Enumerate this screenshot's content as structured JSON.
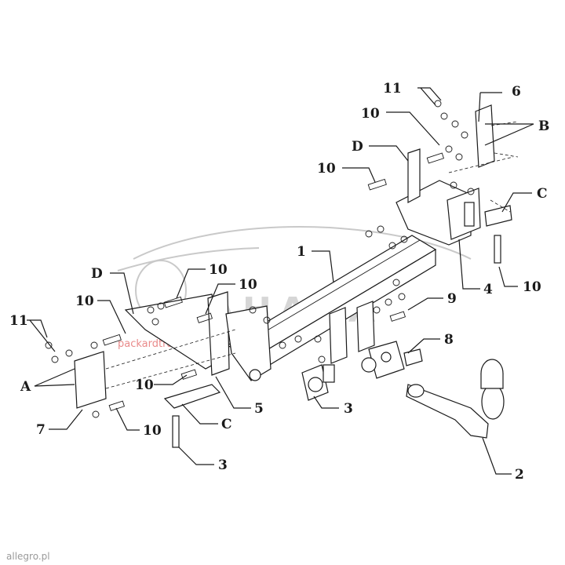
{
  "watermark": {
    "brand": "AHAKA",
    "url": "packardtravel",
    "color": "#d6d6d6"
  },
  "credit": "allegro.pl",
  "callouts": [
    {
      "id": "c-11-top",
      "text": "11"
    },
    {
      "id": "c-6",
      "text": "6"
    },
    {
      "id": "c-10-top",
      "text": "10"
    },
    {
      "id": "c-B",
      "text": "B"
    },
    {
      "id": "c-D-top",
      "text": "D"
    },
    {
      "id": "c-10-d",
      "text": "10"
    },
    {
      "id": "c-C-right",
      "text": "C"
    },
    {
      "id": "c-1",
      "text": "1"
    },
    {
      "id": "c-D-left",
      "text": "D"
    },
    {
      "id": "c-10-a",
      "text": "10"
    },
    {
      "id": "c-10-b",
      "text": "10"
    },
    {
      "id": "c-4",
      "text": "4"
    },
    {
      "id": "c-10-right",
      "text": "10"
    },
    {
      "id": "c-10-left",
      "text": "10"
    },
    {
      "id": "c-9",
      "text": "9"
    },
    {
      "id": "c-11-left",
      "text": "11"
    },
    {
      "id": "c-8",
      "text": "8"
    },
    {
      "id": "c-A",
      "text": "A"
    },
    {
      "id": "c-10-mid",
      "text": "10"
    },
    {
      "id": "c-5",
      "text": "5"
    },
    {
      "id": "c-3-mid",
      "text": "3"
    },
    {
      "id": "c-7",
      "text": "7"
    },
    {
      "id": "c-10-bl",
      "text": "10"
    },
    {
      "id": "c-C-left",
      "text": "C"
    },
    {
      "id": "c-3-bottom",
      "text": "3"
    },
    {
      "id": "c-2",
      "text": "2"
    }
  ]
}
